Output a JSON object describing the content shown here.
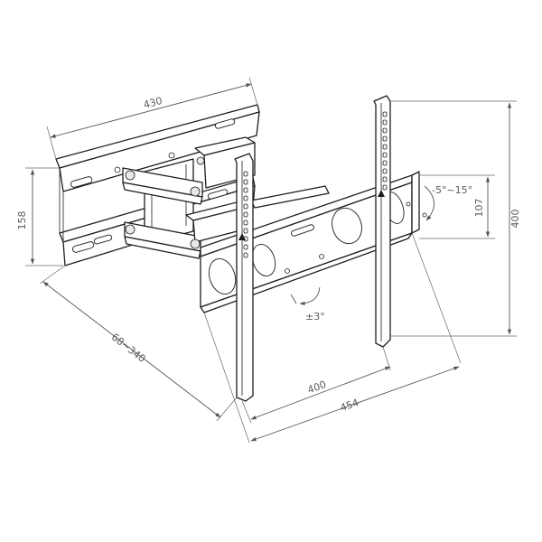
{
  "drawing": {
    "colors": {
      "line": "#1e1e1e",
      "dimension": "#555555",
      "background": "#ffffff"
    },
    "dimensions": {
      "wall_plate_width": "430",
      "wall_plate_height": "158",
      "arm_extension": "68~340",
      "vesa_horizontal": "400",
      "overall_width": "454",
      "vesa_vertical": "400",
      "tilt_bracket_height": "107",
      "tilt_range": "-5°~15°",
      "swivel_level": "±3°"
    }
  }
}
